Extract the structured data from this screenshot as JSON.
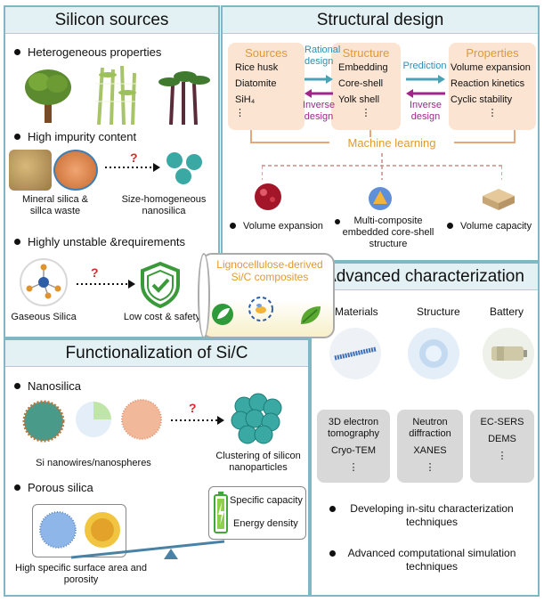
{
  "silicon_sources": {
    "title": "Silicon sources",
    "bullet1": "Heterogeneous  properties",
    "bullet2": "High impurity content",
    "mineral_label": "Mineral silica & sillca waste",
    "size_homog_label": "Size-homogeneous nanosilica",
    "bullet3": "Highly unstable &requirements",
    "gaseous_label": "Gaseous Silica",
    "lowcost_label": "Low cost & safety",
    "question": "?"
  },
  "structural_design": {
    "title": "Structural design",
    "sources": {
      "header": "Sources",
      "items": [
        "Rice husk",
        "Diatomite",
        "SiH₄",
        "⋮"
      ]
    },
    "structure": {
      "header": "Structure",
      "items": [
        "Embedding",
        "Core-shell",
        "Yolk shell",
        "⋮"
      ]
    },
    "properties": {
      "header": "Properties",
      "items": [
        "Volume expansion",
        "Reaction kinetics",
        "Cyclic stability",
        "⋮"
      ]
    },
    "rational": "Rational design",
    "inverse1": "Inverse design",
    "prediction": "Prediction",
    "inverse2": "Inverse design",
    "ml": "Machine learning",
    "out1": "Volume expansion",
    "out2": "Multi-composite embedded core-shell structure",
    "out3": "Volume capacity"
  },
  "center": {
    "title": "Lignocellulose-derived Si/C composites"
  },
  "functionalization": {
    "title": "Functionalization of Si/C",
    "bullet1": "Nanosilica",
    "nanowire_label": "Si nanowires/nanospheres",
    "clustering_label": "Clustering of silicon nanoparticles",
    "question": "?",
    "bullet2": "Porous silica",
    "cap1": "Specific capacity",
    "cap2": "Energy density",
    "surface_label": "High specific surface area and porosity"
  },
  "advanced": {
    "title": "Advanced characterization",
    "col1": {
      "header": "Materials",
      "items": [
        "3D electron tomography",
        "Cryo-TEM",
        "⋮"
      ]
    },
    "col2": {
      "header": "Structure",
      "items": [
        "Neutron diffraction",
        "XANES",
        "⋮"
      ]
    },
    "col3": {
      "header": "Battery",
      "items": [
        "EC-SERS",
        "DEMS",
        "⋮"
      ]
    },
    "bullet1": "Developing in-situ characterization techniques",
    "bullet2": "Advanced computational simulation techniques"
  },
  "colors": {
    "border": "#7fb8c4",
    "title_bg": "#e3f1f4",
    "orange": "#e09a33",
    "teal_arrow": "#4aa3b5",
    "purple_arrow": "#a0268a"
  }
}
